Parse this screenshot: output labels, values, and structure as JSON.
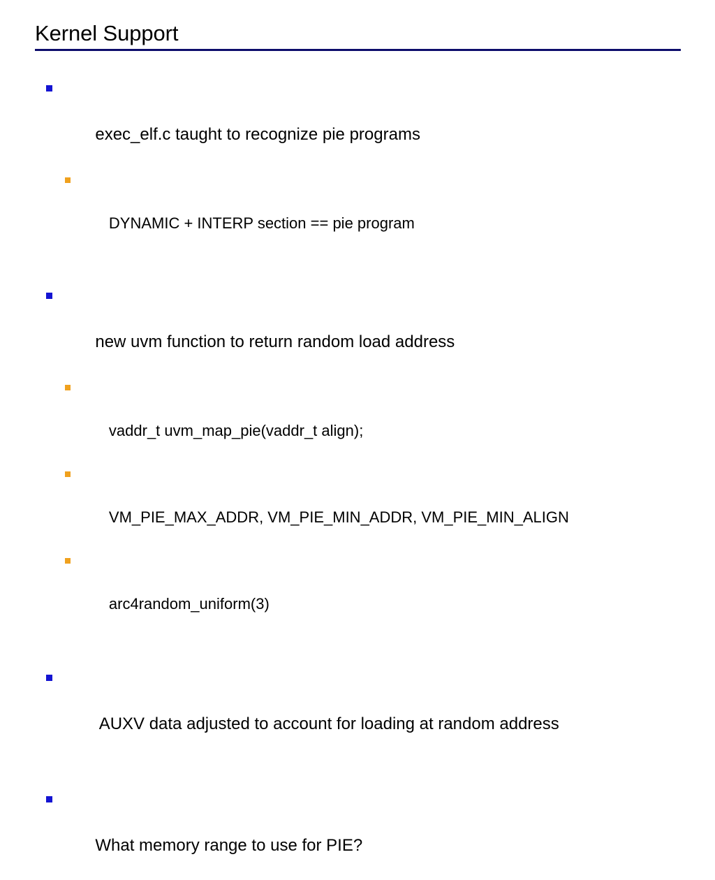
{
  "slide": {
    "title": "Kernel Support",
    "rule_color": "#0d0d6b",
    "background_color": "#ffffff",
    "text_color": "#000000",
    "bullet_level1_color": "#1414d2",
    "bullet_level2_color": "#f0a11e",
    "bullet_glyph": "filled-square",
    "content": [
      {
        "level": 1,
        "text": "exec_elf.c taught to recognize pie programs"
      },
      {
        "level": 2,
        "text": "DYNAMIC + INTERP section == pie program"
      },
      {
        "level": 1,
        "text": "new uvm function to return random load address"
      },
      {
        "level": 2,
        "text": "vaddr_t uvm_map_pie(vaddr_t align);"
      },
      {
        "level": 2,
        "text": "VM_PIE_MAX_ADDR, VM_PIE_MIN_ADDR, VM_PIE_MIN_ALIGN"
      },
      {
        "level": 2,
        "text": "arc4random_uniform(3)"
      },
      {
        "level": 1,
        "text": " AUXV data adjusted to account for loading at random address"
      },
      {
        "level": 1,
        "text": "What memory range to use for PIE?"
      }
    ]
  }
}
